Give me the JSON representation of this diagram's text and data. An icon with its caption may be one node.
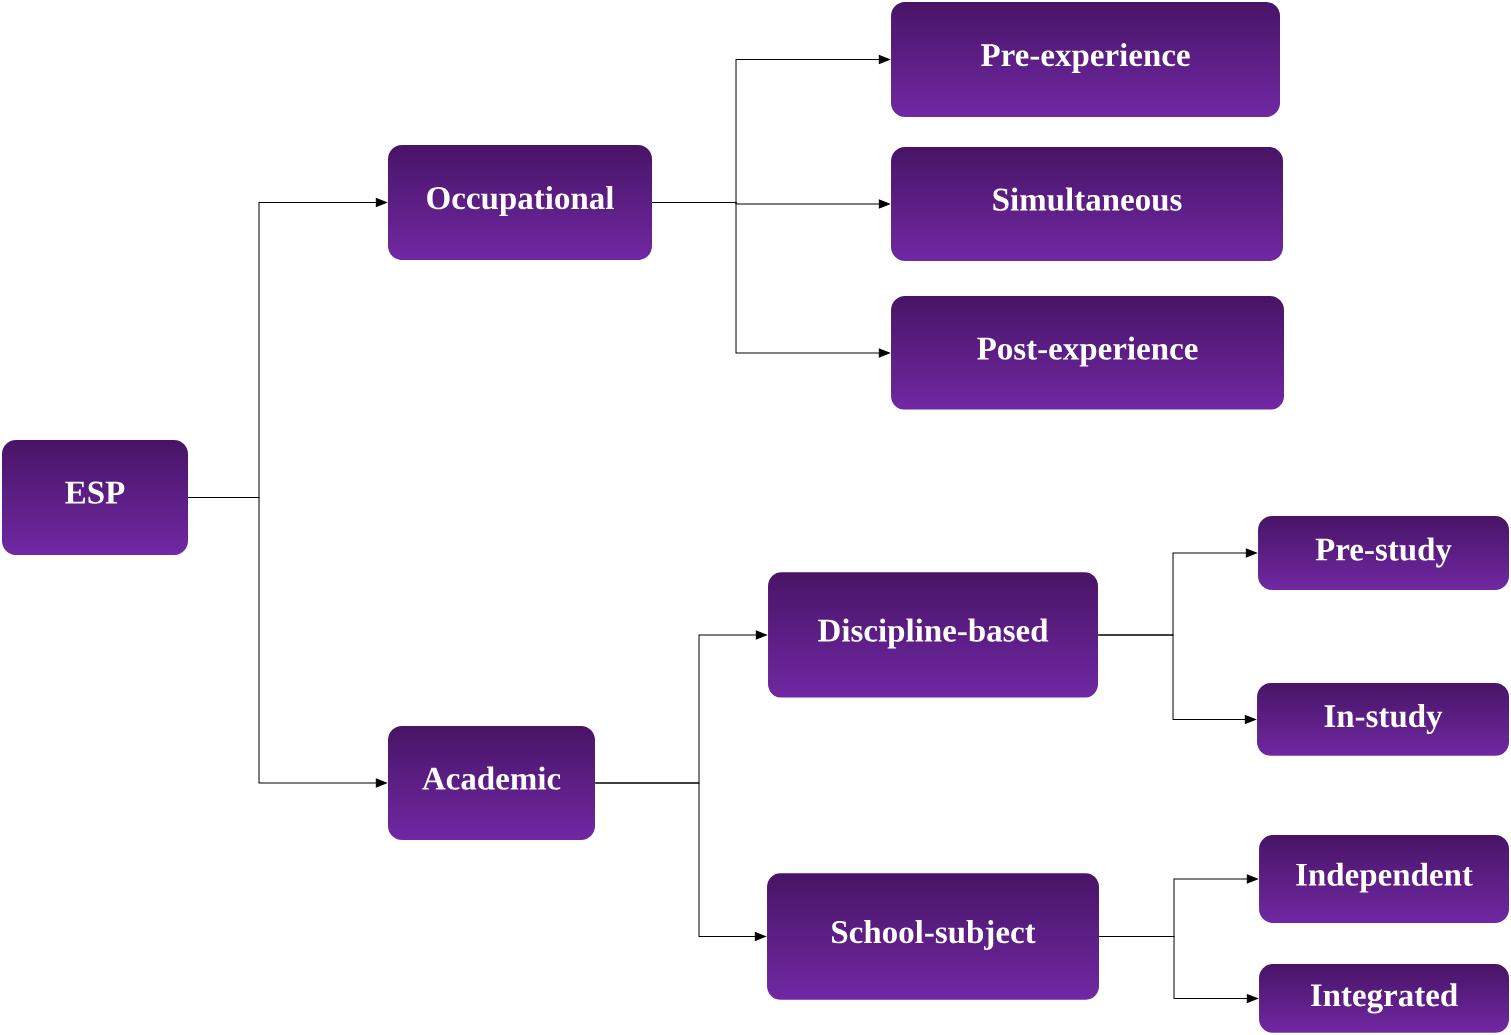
{
  "diagram": {
    "nodes": [
      {
        "text": [
          "ESP"
        ]
      },
      {
        "text": [
          "Occupational"
        ]
      },
      {
        "text": [
          "Pre-experience"
        ]
      },
      {
        "text": [
          "Simultaneous"
        ]
      },
      {
        "text": [
          "Post-experience"
        ]
      },
      {
        "text": [
          "Academic"
        ]
      },
      {
        "text": [
          "Discipline-based"
        ]
      },
      {
        "text": [
          "School-subject"
        ]
      },
      {
        "text": [
          "Pre-study"
        ]
      },
      {
        "text": [
          "In-study"
        ]
      },
      {
        "text": [
          "Independent"
        ]
      },
      {
        "text": [
          "Integrated"
        ]
      }
    ],
    "edges": [
      {
        "from": 0,
        "to": 1,
        "arrow": "to"
      },
      {
        "from": 0,
        "to": 5,
        "arrow": "to"
      },
      {
        "from": 1,
        "to": 2,
        "arrow": "to"
      },
      {
        "from": 1,
        "to": 3,
        "arrow": "to"
      },
      {
        "from": 1,
        "to": 4,
        "arrow": "to"
      },
      {
        "from": 5,
        "to": 6,
        "arrow": "to"
      },
      {
        "from": 5,
        "to": 7,
        "arrow": "to"
      },
      {
        "from": 6,
        "to": 8,
        "arrow": "to"
      },
      {
        "from": 6,
        "to": 9,
        "arrow": "to"
      },
      {
        "from": 7,
        "to": 10,
        "arrow": "to"
      },
      {
        "from": 7,
        "to": 11,
        "arrow": "to"
      }
    ]
  }
}
